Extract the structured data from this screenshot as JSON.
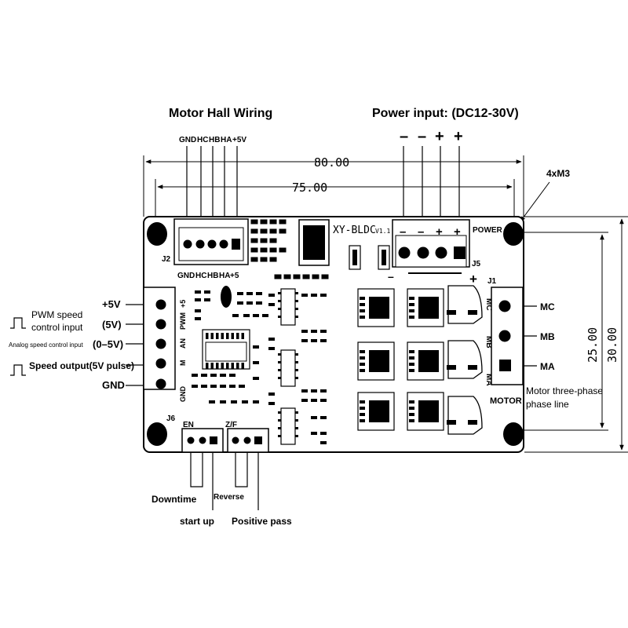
{
  "header": {
    "hall_title": "Motor Hall Wiring",
    "power_title": "Power input: (DC12-30V)",
    "hall_pins": [
      "GND",
      "HC",
      "HB",
      "HA",
      "+5V"
    ],
    "power_pins": [
      "–",
      "–",
      "+",
      "+"
    ]
  },
  "dimensions": {
    "outer_width": "80.00",
    "inner_width": "75.00",
    "inner_height": "25.00",
    "outer_height": "30.00",
    "mount_holes": "4xM3"
  },
  "board": {
    "model": "XY-BLDC",
    "version": "V1.1",
    "power_label": "POWER",
    "motor_label": "MOTOR",
    "j1": "J1",
    "j2": "J2",
    "j5": "J5",
    "j6": "J6",
    "j2_silk": [
      "GND",
      "HC",
      "HB",
      "HA",
      "+5"
    ],
    "j6_silk": [
      "+5",
      "PWM",
      "AN",
      "M",
      "GND"
    ],
    "en_silk": "EN",
    "zf_silk": "Z/F",
    "j1_silk": [
      "MC",
      "MB",
      "MA"
    ],
    "j5_silk": [
      "–",
      "–",
      "+",
      "+"
    ],
    "plus_mark": "+",
    "minus_mark": "–"
  },
  "left_labels": {
    "p5v": "+5V",
    "pwm_line1": "PWM speed",
    "pwm_line2": "control input",
    "v5": "(5V)",
    "analog": "Analog speed control input",
    "v05": "(0–5V)",
    "speed_out": "Speed output(5V pulse)",
    "gnd": "GND"
  },
  "right_labels": {
    "mc": "MC",
    "mb": "MB",
    "ma": "MA",
    "motor_line1": "Motor three-phase",
    "motor_line2": "phase line"
  },
  "bottom_labels": {
    "downtime": "Downtime",
    "startup": "start up",
    "reverse": "Reverse",
    "positive": "Positive pass"
  }
}
